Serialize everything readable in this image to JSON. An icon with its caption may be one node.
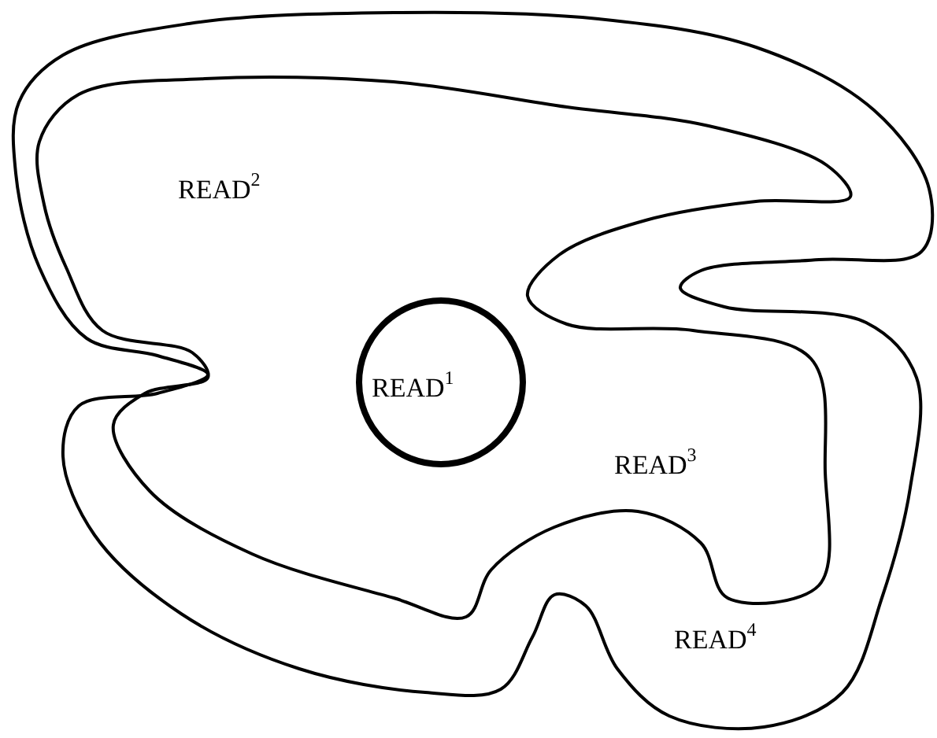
{
  "diagram": {
    "nodes": [
      {
        "text": [
          "READ$^{4}$"
        ]
      },
      {
        "text": [
          "READ$^{2}$",
          "READ$^{3}$"
        ],
        "in": 0
      },
      {
        "text": [
          "READ$^{1}$"
        ],
        "in": 1
      }
    ]
  }
}
